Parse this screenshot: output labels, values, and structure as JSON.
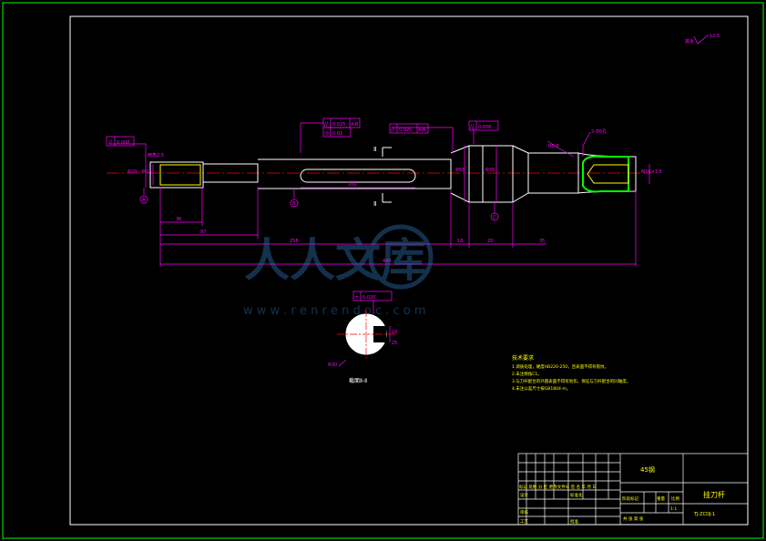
{
  "sheet": {
    "roughness_symbol": "12.5",
    "roughness_note": "其余"
  },
  "tolerances": {
    "fc_left": {
      "symbol": "//",
      "value": "0.008"
    },
    "fc_keyway_top": {
      "symbol": "//",
      "value": "0.025",
      "datum": "A-B"
    },
    "fc_keyway_bottom": {
      "symbol": "◎",
      "value": "0.02"
    },
    "fc_mid": {
      "symbol": "//",
      "value": "0.025",
      "datum": "A-B"
    },
    "fc_right": {
      "symbol": "//",
      "value": "0.008"
    },
    "fc_section": {
      "symbol": "÷",
      "value": "0.020"
    }
  },
  "dimensions": {
    "d_left_len": "36",
    "d_mid1": "97",
    "d_mid2": "258",
    "d_step1": "18",
    "d_step2": "20",
    "d_step3": "35",
    "d_total": "480",
    "d_keyway": "100",
    "d_left_dia": "Φ20",
    "d_left_dia2": "M24",
    "d_mid_dia": "Φ55",
    "d_right_dia": "Φ35",
    "d_right_end": "M16×1.5",
    "d_sec_w": "10",
    "d_sec_h": "25",
    "d_sec_dia": "Φ30"
  },
  "labels": {
    "datum_a": "A",
    "datum_b": "B",
    "datum_c": "C",
    "section_mark_top": "Ⅱ",
    "section_mark_bottom": "Ⅱ",
    "section_title": "截面Ⅱ-Ⅱ",
    "note_chamfer": "倒角2.5",
    "note_r": "R0.8",
    "note_weld": "2-Φ5孔"
  },
  "tech_requirements": {
    "title": "技术要求",
    "items": [
      "1.调质处理，硬度HB220-250，且表面不得有裂纹。",
      "2.未注倒角C1。",
      "3.与刀杆配合的外圆表面不得有划伤，保证与刀杆配合的同轴度。",
      "4.未注公差尺寸按GB1804-m。"
    ]
  },
  "title_block": {
    "material": "45钢",
    "part_name": "挂刀杆",
    "drawing_no": "TJ-ZCDJ-1",
    "row_header": "标记 处数 分 区 更改文件号 签 名 年 月 日",
    "design": "设计",
    "standardize": "标准化",
    "review": "审核",
    "process": "工艺",
    "approve": "批准",
    "stage_label": "阶段标记",
    "weight_label": "重量",
    "scale_label": "比例",
    "scale_value": "1:1",
    "sheet_info": "共 张 第 张"
  },
  "watermark": {
    "brand": "人人文库",
    "url": "w w w . r e n r e n d o c . c o m"
  },
  "colors": {
    "frame": "#ffffff",
    "outer_frame": "#00ff00",
    "geometry": "#ffffff",
    "dimension": "#ff00ff",
    "centerline": "#ff0000",
    "text": "#ffff00",
    "hatch": "#00ff00"
  }
}
